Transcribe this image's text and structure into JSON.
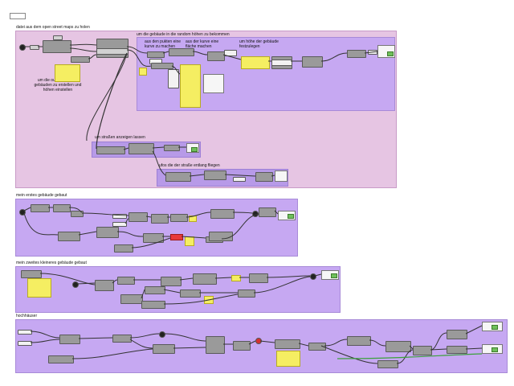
{
  "sections": {
    "osm": {
      "title": "datei aus dem open street maps zu holen"
    },
    "random": {
      "title": "um die gebäude in die random höhen zu bekommen"
    },
    "points": {
      "label": "aus den pukten eine kurve zu machen"
    },
    "curve": {
      "label": "aus der kurve eine fläche machen"
    },
    "height": {
      "label": "um höhe der gebäude festzulegen"
    },
    "outline": {
      "label": "um die outline von den gebäuden zu erstellen und höhen einstellen"
    },
    "streets": {
      "title": "um straßen anzeigen lassen"
    },
    "ufos": {
      "title": "ufos die der straße entlang fliegen"
    },
    "first": {
      "title": "mein erstes gebäude gebaut"
    },
    "second": {
      "title": "mein zweites kleineres gebäude gebaut"
    },
    "tower": {
      "title": "hochhäuser"
    }
  },
  "colors": {
    "pink": "#e6c5e3",
    "purple": "#c6a8f2",
    "node": "#9a9a9a",
    "panel": "#f5ee62"
  }
}
